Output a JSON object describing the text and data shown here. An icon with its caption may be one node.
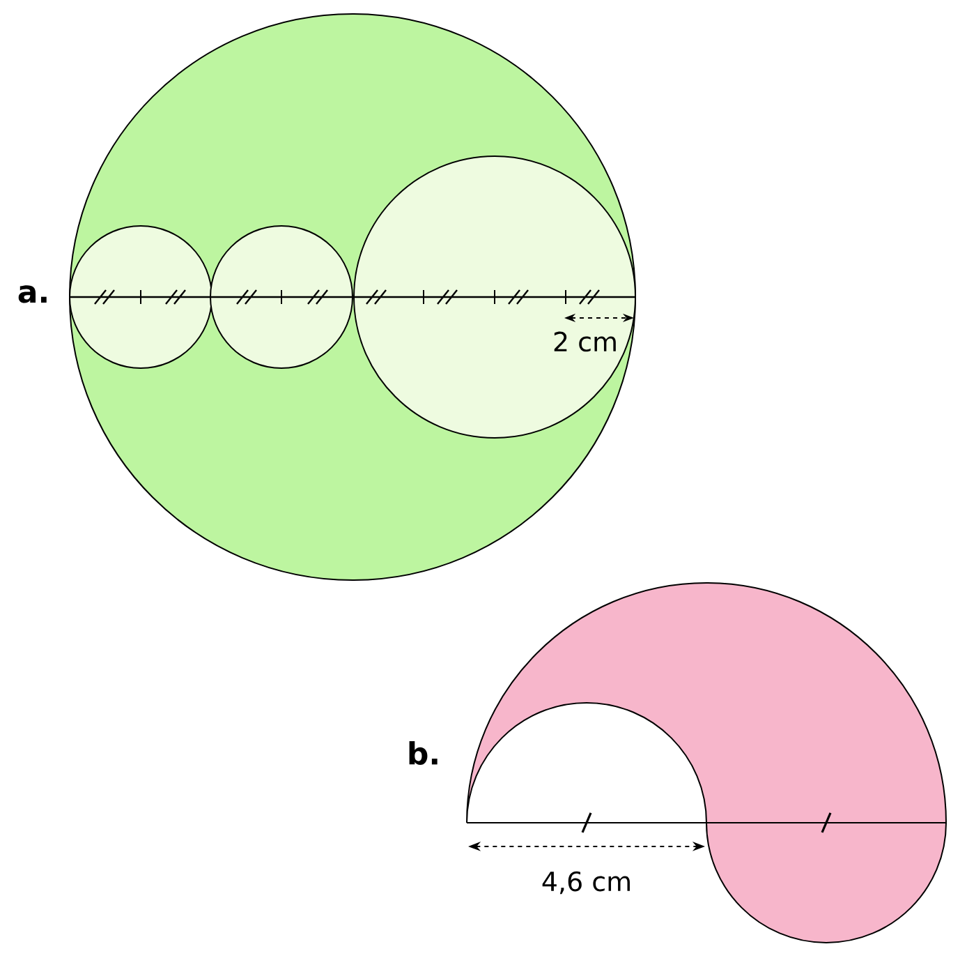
{
  "diagram": {
    "labels": [
      "a.",
      "2 cm",
      "b.",
      "4,6 cm"
    ]
  }
}
